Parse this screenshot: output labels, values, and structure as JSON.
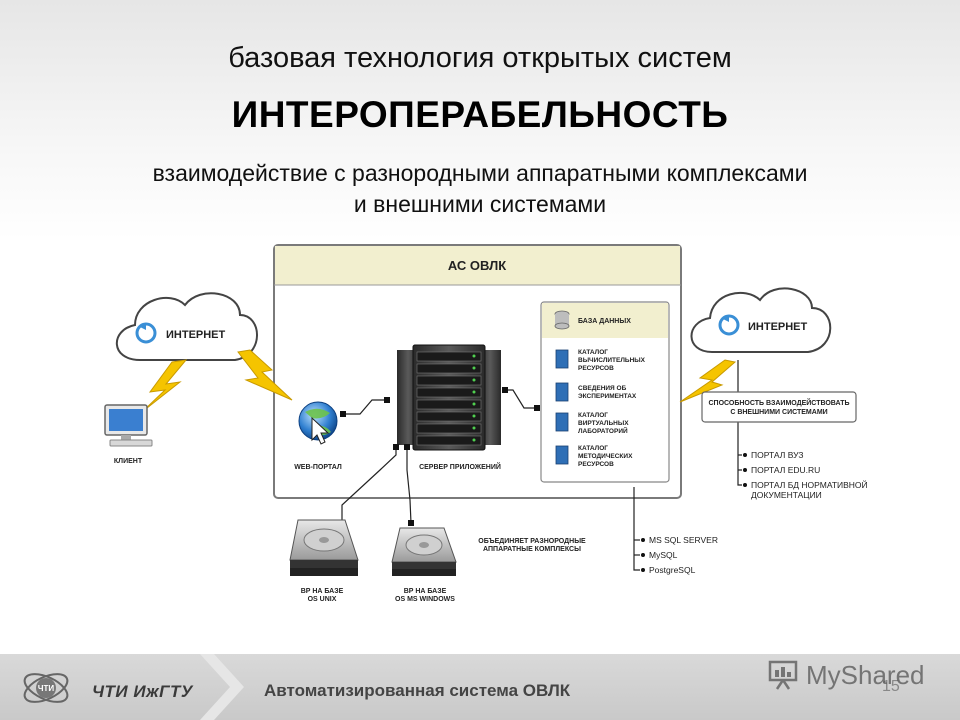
{
  "header": {
    "subtitle": "базовая технология открытых систем",
    "title": "ИНТЕРОПЕРАБЕЛЬНОСТЬ",
    "description_line1": "взаимодействие с разнородными аппаратными комплексами",
    "description_line2": "и внешними системами"
  },
  "diagram": {
    "system_title": "АС ОВЛК",
    "internet_left": "ИНТЕРНЕТ",
    "internet_right": "ИНТЕРНЕТ",
    "client_label": "КЛИЕНТ",
    "web_portal_label": "WEB-ПОРТАЛ",
    "app_server_label": "СЕРВЕР ПРИЛОЖЕНИЙ",
    "database_title": "БАЗА ДАННЫХ",
    "db_items": [
      {
        "line1": "КАТАЛОГ",
        "line2": "ВЫЧИСЛИТЕЛЬНЫХ",
        "line3": "РЕСУРСОВ"
      },
      {
        "line1": "СВЕДЕНИЯ ОБ",
        "line2": "ЭКСПЕРИМЕНТАХ",
        "line3": ""
      },
      {
        "line1": "КАТАЛОГ",
        "line2": "ВИРТУАЛЬНЫХ",
        "line3": "ЛАБОРАТОРИЙ"
      },
      {
        "line1": "КАТАЛОГ",
        "line2": "МЕТОДИЧЕСКИХ",
        "line3": "РЕСУРСОВ"
      }
    ],
    "interop_line1": "СПОСОБНОСТЬ ВЗАИМОДЕЙСТВОВАТЬ",
    "interop_line2": "С ВНЕШНИМИ СИСТЕМАМИ",
    "external_systems": [
      "ПОРТАЛ ВУЗ",
      "ПОРТАЛ EDU.RU",
      "ПОРТАЛ БД НОРМАТИВНОЙ",
      "ДОКУМЕНТАЦИИ"
    ],
    "db_engines": [
      "MS SQL SERVER",
      "MySQL",
      "PostgreSQL"
    ],
    "hardware_line1": "ОБЪЕДИНЯЕТ РАЗНОРОДНЫЕ",
    "hardware_line2": "АППАРАТНЫЕ КОМПЛЕКСЫ",
    "vr_unix_line1": "ВР НА БАЗЕ",
    "vr_unix_line2": "OS UNIX",
    "vr_win_line1": "ВР НА БАЗЕ",
    "vr_win_line2": "OS MS WINDOWS"
  },
  "footer": {
    "logo_text": "ЧТИ",
    "org": "ЧТИ ИжГТУ",
    "system": "Автоматизированная система ОВЛК",
    "page_number": "15",
    "watermark": "MyShared"
  },
  "colors": {
    "panel_header": "#f2efcf",
    "lightning": "#f5c400",
    "cloud_outline": "#444444",
    "line": "#222222"
  }
}
